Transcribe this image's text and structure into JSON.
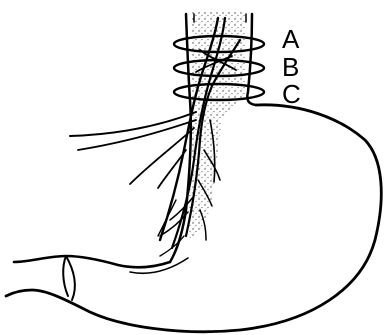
{
  "labels": {
    "a": "A",
    "b": "B",
    "c": "C"
  },
  "colors": {
    "ink": "#000000",
    "background": "#ffffff",
    "stipple": "#444444"
  }
}
